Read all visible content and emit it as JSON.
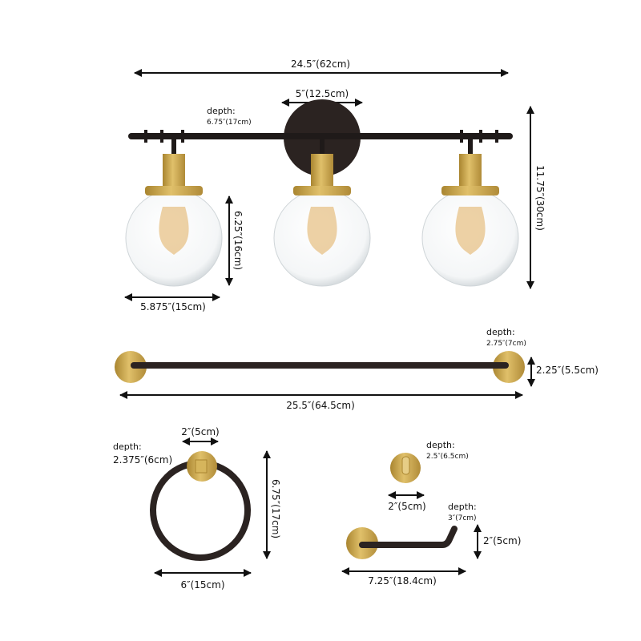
{
  "colors": {
    "finish_dark": "#2b2321",
    "finish_brass": "#c9a44a",
    "glass": "#e9eef0",
    "bulb": "#e8c68f"
  },
  "vanity_light": {
    "width": "24.5″(62cm)",
    "backplate_width": "5″(12.5cm)",
    "depth_label": "depth:",
    "depth_value": "6.75″(17cm)",
    "height": "11.75″(30cm)",
    "globe_height": "6.25″(16cm)",
    "globe_width": "5.875″(15cm)"
  },
  "towel_bar": {
    "depth_label": "depth:",
    "depth_value": "2.75″(7cm)",
    "height": "2.25″(5.5cm)",
    "width": "25.5″(64.5cm)"
  },
  "towel_ring": {
    "base_width": "2″(5cm)",
    "depth_label": "depth:",
    "depth_value": "2.375″(6cm)",
    "height": "6.75″(17cm)",
    "width": "6″(15cm)"
  },
  "robe_hook": {
    "depth_label": "depth:",
    "depth_value": "2.5″(6.5cm)",
    "width": "2″(5cm)"
  },
  "toilet_paper_holder": {
    "depth_label": "depth:",
    "depth_value": "3″(7cm)",
    "height": "2″(5cm)",
    "width": "7.25″(18.4cm)"
  }
}
